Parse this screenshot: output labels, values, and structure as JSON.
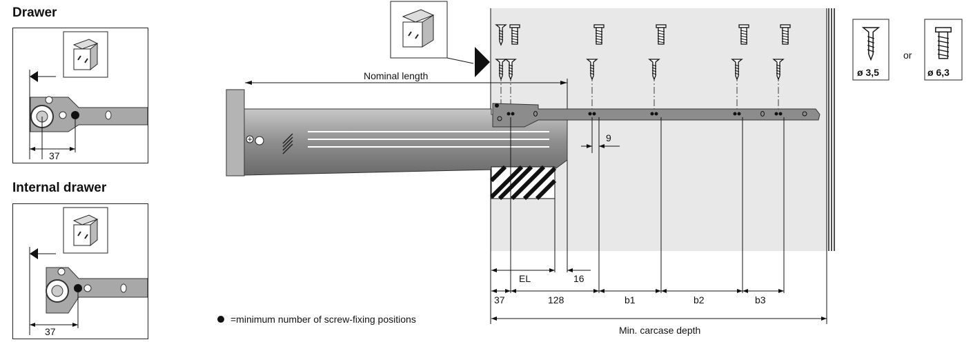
{
  "panels": {
    "drawer_title": "Drawer",
    "drawer_dim": "37",
    "internal_title": "Internal drawer",
    "internal_dim": "37"
  },
  "main": {
    "nominal_length": "Nominal length",
    "dim_9": "9",
    "dim_el": "EL",
    "dim_16": "16",
    "dim_37": "37",
    "dim_128": "128",
    "dim_b1": "b1",
    "dim_b2": "b2",
    "dim_b3": "b3",
    "min_carcase_depth": "Min. carcase depth",
    "legend_text": "=minimum number of screw-fixing positions"
  },
  "screws": {
    "small_label": "ø 3,5",
    "or_label": "or",
    "large_label": "ø 6,3"
  },
  "colors": {
    "carcase_bg": "#e8e8e8",
    "runner_grey": "#8a8a8a",
    "line": "#111111"
  }
}
